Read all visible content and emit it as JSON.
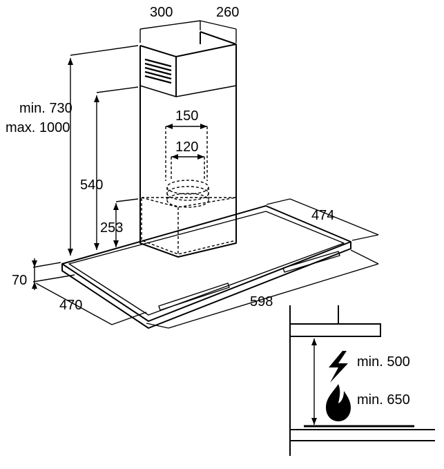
{
  "diagram": {
    "labels": {
      "chimney_width": "300",
      "chimney_depth": "260",
      "chimney_height_min": "min. 730",
      "chimney_height_max": "max. 1000",
      "upper_chimney_height": "540",
      "outlet_diameter_outer": "150",
      "outlet_diameter_inner": "120",
      "lower_cover_height": "253",
      "canopy_height": "70",
      "canopy_depth_side": "470",
      "canopy_depth_top": "474",
      "canopy_width": "598"
    },
    "clearance": {
      "electric_hob": "min. 500",
      "gas_hob": "min. 650",
      "electric_icon": "lightning-bolt-icon",
      "gas_icon": "flame-icon"
    }
  }
}
